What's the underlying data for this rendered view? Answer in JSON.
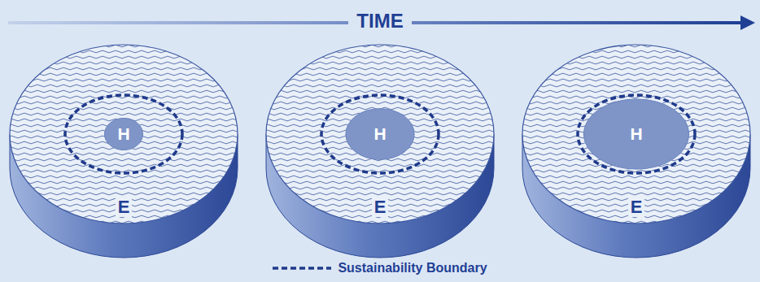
{
  "diagram": {
    "nodes": [
      {
        "text": [
          "E"
        ]
      },
      {
        "text": [
          "H"
        ],
        "in": 0
      },
      {
        "text": [
          "E"
        ]
      },
      {
        "text": [
          "H"
        ],
        "in": 2
      },
      {
        "text": [
          "E"
        ]
      },
      {
        "text": [
          "H"
        ],
        "in": 4
      }
    ],
    "labels": [
      "TIME"
    ],
    "legend": [
      {
        "text": "Sustainability Boundary"
      }
    ]
  }
}
